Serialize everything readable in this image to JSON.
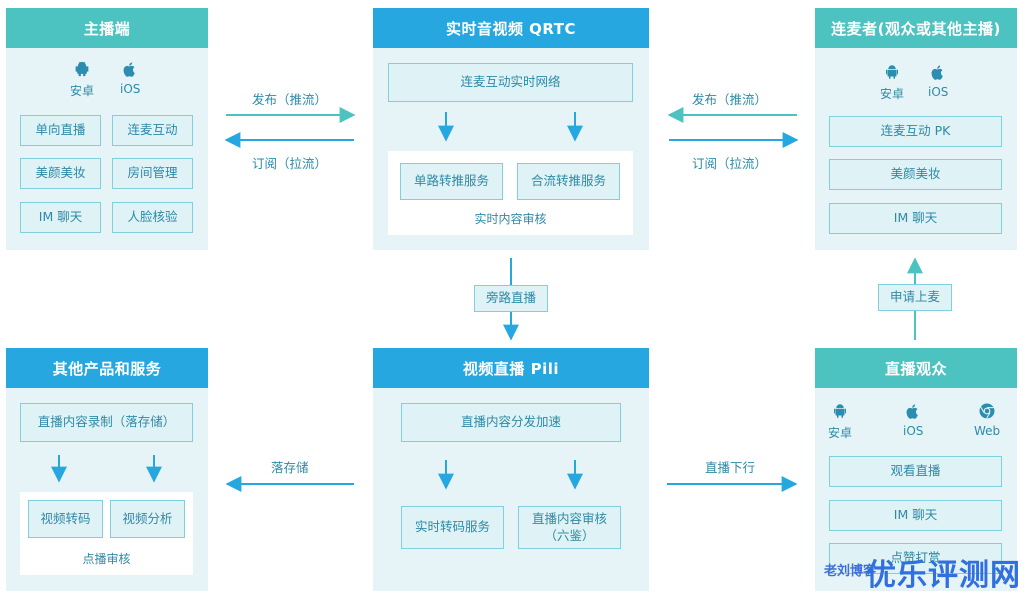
{
  "anchor": {
    "title": "主播端",
    "os": [
      "安卓",
      "iOS"
    ],
    "features": [
      "单向直播",
      "连麦互动",
      "美颜美妆",
      "房间管理",
      "IM 聊天",
      "人脸核验"
    ]
  },
  "qrtc": {
    "title": "实时音视频 QRTC",
    "network": "连麦互动实时网络",
    "services": [
      "单路转推服务",
      "合流转推服务"
    ],
    "review": "实时内容审核"
  },
  "guest": {
    "title": "连麦者(观众或其他主播)",
    "os": [
      "安卓",
      "iOS"
    ],
    "features": [
      "连麦互动 PK",
      "美颜美妆",
      "IM 聊天"
    ]
  },
  "other": {
    "title": "其他产品和服务",
    "record": "直播内容录制（落存储）",
    "services": [
      "视频转码",
      "视频分析"
    ],
    "review": "点播审核"
  },
  "pili": {
    "title": "视频直播 Pili",
    "accel": "直播内容分发加速",
    "services": [
      "实时转码服务",
      "直播内容审核\n（六鉴）"
    ]
  },
  "audience": {
    "title": "直播观众",
    "os": [
      "安卓",
      "iOS",
      "Web"
    ],
    "features": [
      "观看直播",
      "IM 聊天",
      "点赞打赏"
    ]
  },
  "connectors": {
    "publish": "发布（推流）",
    "subscribe": "订阅（拉流）",
    "bypass": "旁路直播",
    "apply_mic": "申请上麦",
    "storage": "落存储",
    "live_down": "直播下行"
  },
  "watermark": {
    "small": "老刘博客",
    "large": "优乐评测网"
  },
  "colors": {
    "teal_header": "#4cc3c0",
    "blue_header": "#27a7e0",
    "panel_bg": "#e7f4f7",
    "arrow": "#27a7e0"
  }
}
